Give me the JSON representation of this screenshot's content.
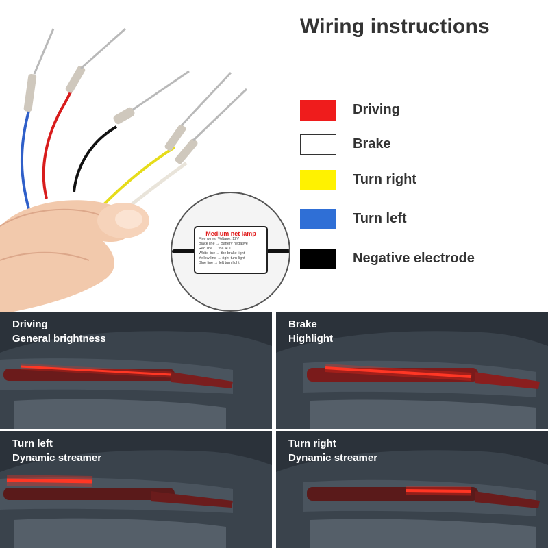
{
  "header": {
    "title": "Wiring instructions"
  },
  "legend": [
    {
      "label": "Driving",
      "color": "#ef1c1c"
    },
    {
      "label": "Brake",
      "color": "#ffffff"
    },
    {
      "label": "Turn right",
      "color": "#fff200"
    },
    {
      "label": "Turn left",
      "color": "#2f6fd6"
    },
    {
      "label": "Negative electrode",
      "color": "#000000"
    }
  ],
  "module": {
    "title": "Medium net lamp",
    "lines": [
      "Five wires: Voltage: 12V",
      "Black line → Battery negative",
      "Red line → the ACC",
      "White line → the brake light",
      "Yellow line → right turn light",
      "Blue line → left turn light"
    ]
  },
  "modes": [
    {
      "line1": "Driving",
      "line2": "General brightness"
    },
    {
      "line1": "Brake",
      "line2": "Highlight"
    },
    {
      "line1": "Turn left",
      "line2": "Dynamic streamer"
    },
    {
      "line1": "Turn right",
      "line2": "Dynamic streamer"
    }
  ],
  "icons": {
    "photo": "hand-holding-wires-image",
    "module": "control-module-image"
  }
}
